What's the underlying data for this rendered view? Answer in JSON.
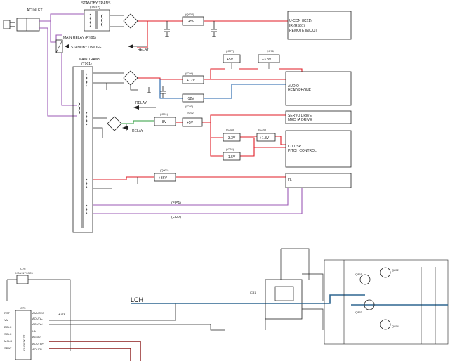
{
  "colors": {
    "red": "#e01b24",
    "purple": "#9b59b6",
    "blue": "#1d5fa8",
    "green": "#2e9e3e",
    "black": "#222222",
    "dark_red": "#8b1a1a",
    "steel_blue": "#2f6690"
  },
  "power": {
    "ac_inlet": "AC INLET",
    "standby_trans": "STANDBY TRANS",
    "standby_trans_ref": "(T902)",
    "main_relay": "MAIN RELAY (RY91)",
    "standby_on_off": "STANDBY ON/OFF",
    "main_trans": "MAIN TRANS",
    "main_trans_ref": "(T901)",
    "relay": "RELAY",
    "fip1": "(FIP1)",
    "fip2": "(FIP2)"
  },
  "regulators": {
    "q902": "(Q902)",
    "q902_v": "+5V",
    "ic77": "(IC77)",
    "ic77_v": "+5V",
    "ic76": "(IC76)",
    "ic76_v": "+3.3V",
    "ic94": "(IC94)",
    "ic94_v": "+12V",
    "ic93_v": "-12V",
    "ic93": "(IC93)",
    "ic91": "(IC91)",
    "ic91_v": "+8V",
    "ic92": "(IC92)",
    "ic92_v": "+5V",
    "ic33": "(IC33)",
    "ic33_v": "+3.3V",
    "ic25": "(IC25)",
    "ic25_v": "+1.8V",
    "ic34": "(IC34)",
    "ic34_v": "+1.5V",
    "q901": "(Q901)",
    "q901_v": "+36V"
  },
  "loads": {
    "ucon_1": "U-CON  (IC21)",
    "ucon_2": "IR (RS61)",
    "ucon_3": "REMOTE  IN/OUT",
    "audio_1": "AUDIO",
    "audio_2": "HEAD PHONE",
    "servo_1": "SERVO DRIVE",
    "servo_2": "MECHA DRIVE",
    "cd_1": "CD DSP",
    "cd_2": "PITCH CONTROL",
    "fl": "FL"
  },
  "amp": {
    "lch": "LCH",
    "ic76b": "IC76",
    "ic76b_part": "XRA117YC23",
    "ic75": "IC75",
    "ic75_part": "CS4392K-ZZ",
    "pins_left": [
      "RST",
      "VA",
      "BCLK",
      "SCLK",
      "MCLK",
      "SDAT"
    ],
    "pins_right": [
      "AMUTEC",
      "AOUTA-",
      "AOUTA+",
      "VA",
      "AGND",
      "AOUTB+",
      "AOUTB-"
    ],
    "mute": "MUTE",
    "ic81": "IC81",
    "q_labels": [
      "Q851",
      "Q852",
      "Q853",
      "Q854"
    ]
  }
}
